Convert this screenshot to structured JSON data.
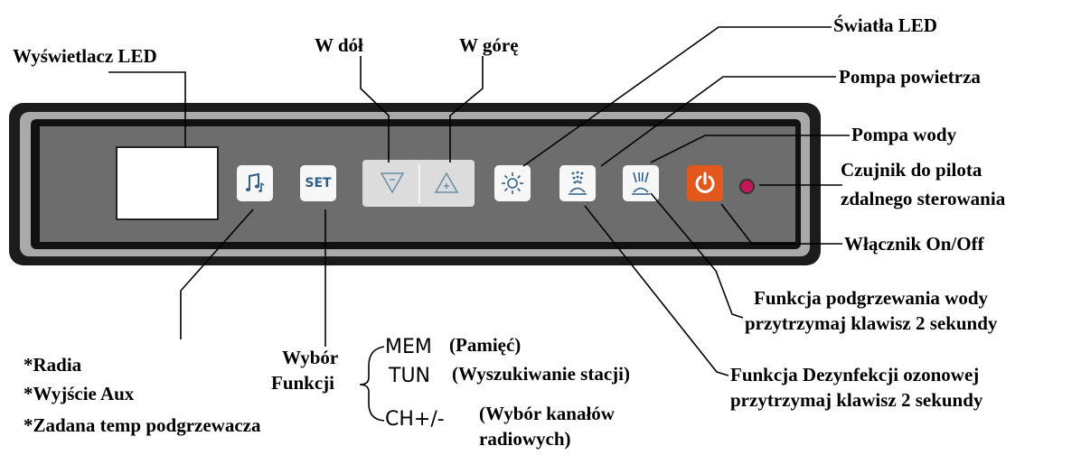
{
  "labels": {
    "display": "Wyświetlacz LED",
    "down": "W dół",
    "up": "W górę",
    "lights": "Światła LED",
    "air_pump": "Pompa powietrza",
    "water_pump": "Pompa wody",
    "sensor_line1": "Czujnik do pilota",
    "sensor_line2": "zdalnego sterowania",
    "power": "Włącznik On/Off",
    "heat_line1": "Funkcja podgrzewania wody",
    "heat_line2": "przytrzymaj klawisz 2 sekundy",
    "ozone_line1": "Funkcja Dezynfekcji ozonowej",
    "ozone_line2": "przytrzymaj klawisz 2 sekundy",
    "radio_1": "*Radia",
    "radio_2": "*Wyjście Aux",
    "radio_3": "*Zadana temp podgrzewacza",
    "func_line1": "Wybór",
    "func_line2": "Funkcji",
    "mem_code": "MEM",
    "mem_desc": "(Pamięć)",
    "tun_code": "TUN",
    "tun_desc": "(Wyszukiwanie stacji)",
    "ch_code": "CH+/-",
    "ch_desc1": "(Wybór kanałów",
    "ch_desc2": "radiowych)"
  },
  "buttons": {
    "set": "SET"
  },
  "icons": [
    "music-icon",
    "set-icon",
    "down-triangle-icon",
    "up-triangle-icon",
    "light-icon",
    "air-bubbles-icon",
    "water-jet-icon",
    "power-icon"
  ],
  "colors": {
    "power_button": "#e3581d",
    "sensor": "#c2185b",
    "icon_blue": "#2f5f86",
    "panel_inner": "#6d6d6d"
  }
}
